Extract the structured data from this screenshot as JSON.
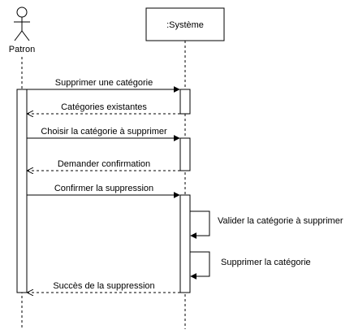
{
  "participants": {
    "actor": {
      "label": "Patron",
      "icon": "stick-figure-actor"
    },
    "system": {
      "label": ":Système"
    }
  },
  "messages": [
    {
      "label": "Supprimer une catégorie",
      "kind": "sync"
    },
    {
      "label": "Catégories existantes",
      "kind": "return"
    },
    {
      "label": "Choisir la catégorie à supprimer",
      "kind": "sync"
    },
    {
      "label": "Demander confirmation",
      "kind": "return"
    },
    {
      "label": "Confirmer la suppression",
      "kind": "sync"
    },
    {
      "label": "Valider la catégorie à supprimer",
      "kind": "self"
    },
    {
      "label": "Supprimer la catégorie",
      "kind": "self"
    },
    {
      "label": "Succès de la suppression",
      "kind": "return"
    }
  ],
  "colors": {
    "stroke": "#000000",
    "background": "#ffffff"
  }
}
